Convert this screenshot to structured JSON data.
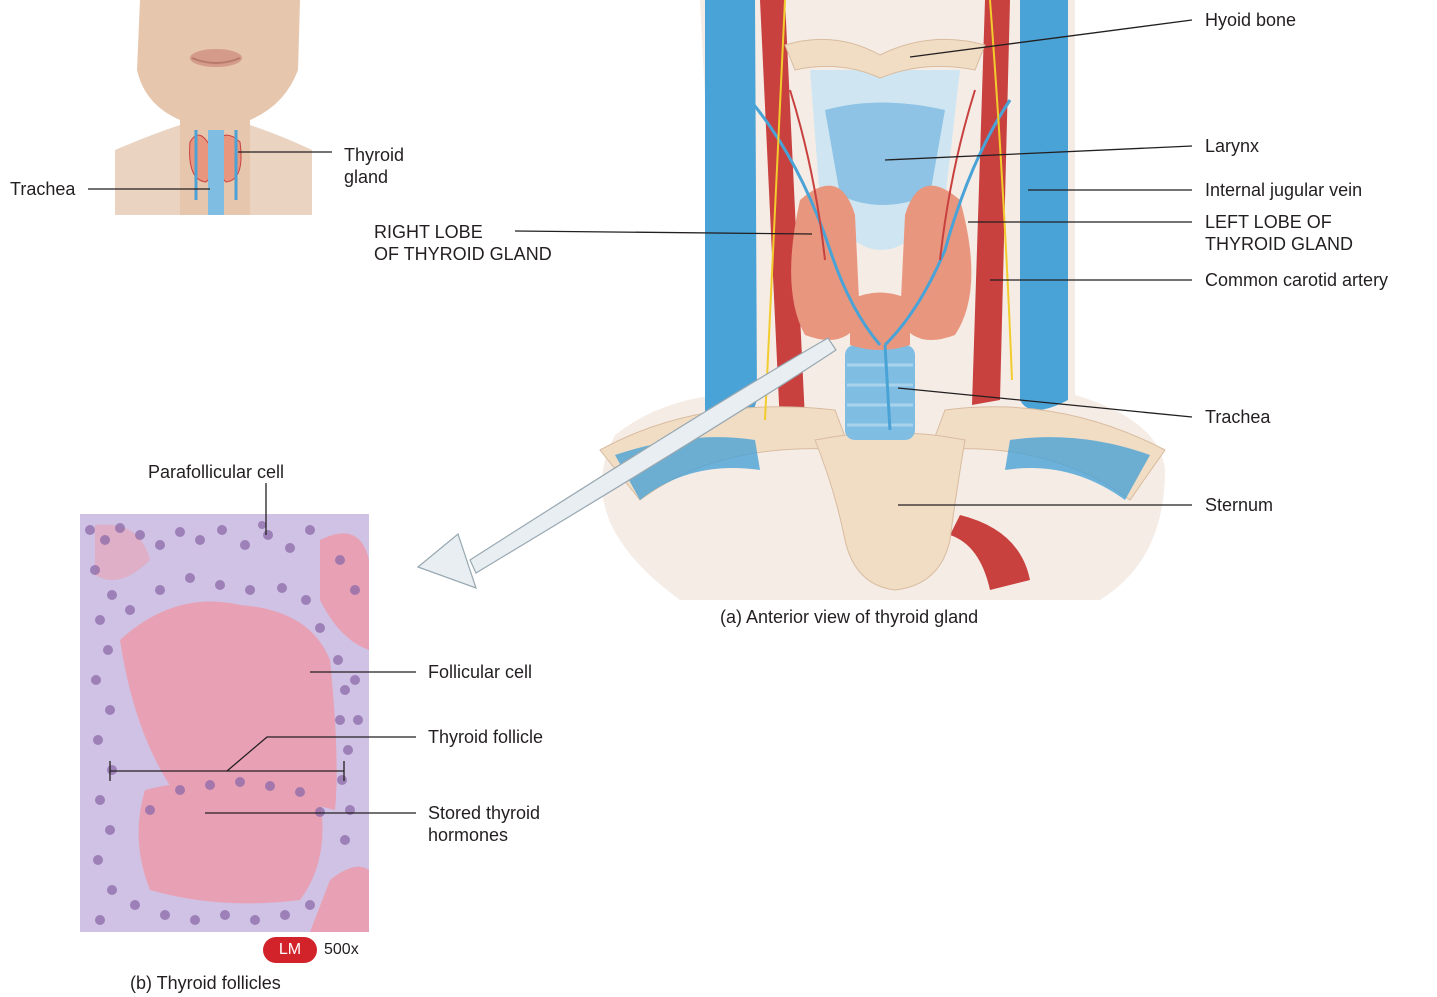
{
  "colors": {
    "artery": "#c8413f",
    "vein": "#4aa3d6",
    "gland": "#e9967f",
    "cartilage": "#a9d3ec",
    "bone": "#f1dcc4",
    "colloid": "#e8a1b4",
    "cell": "#8c6aa8",
    "badge": "#d2232a"
  },
  "inset": {
    "thyroid_gland": [
      "Thyroid",
      "gland"
    ],
    "trachea": "Trachea"
  },
  "panel_a": {
    "hyoid_bone": "Hyoid bone",
    "larynx": "Larynx",
    "internal_jugular_vein": "Internal jugular vein",
    "left_lobe": [
      "LEFT LOBE OF",
      "THYROID GLAND"
    ],
    "common_carotid_artery": "Common carotid artery",
    "right_lobe": [
      "RIGHT LOBE",
      "OF THYROID GLAND"
    ],
    "trachea": "Trachea",
    "sternum": "Sternum",
    "caption": "(a) Anterior view of thyroid gland"
  },
  "panel_b": {
    "parafollicular_cell": "Parafollicular cell",
    "follicular_cell": "Follicular cell",
    "thyroid_follicle": "Thyroid follicle",
    "stored_hormones": [
      "Stored thyroid",
      "hormones"
    ],
    "badge": "LM",
    "magnification": "500x",
    "caption": "(b) Thyroid follicles"
  }
}
